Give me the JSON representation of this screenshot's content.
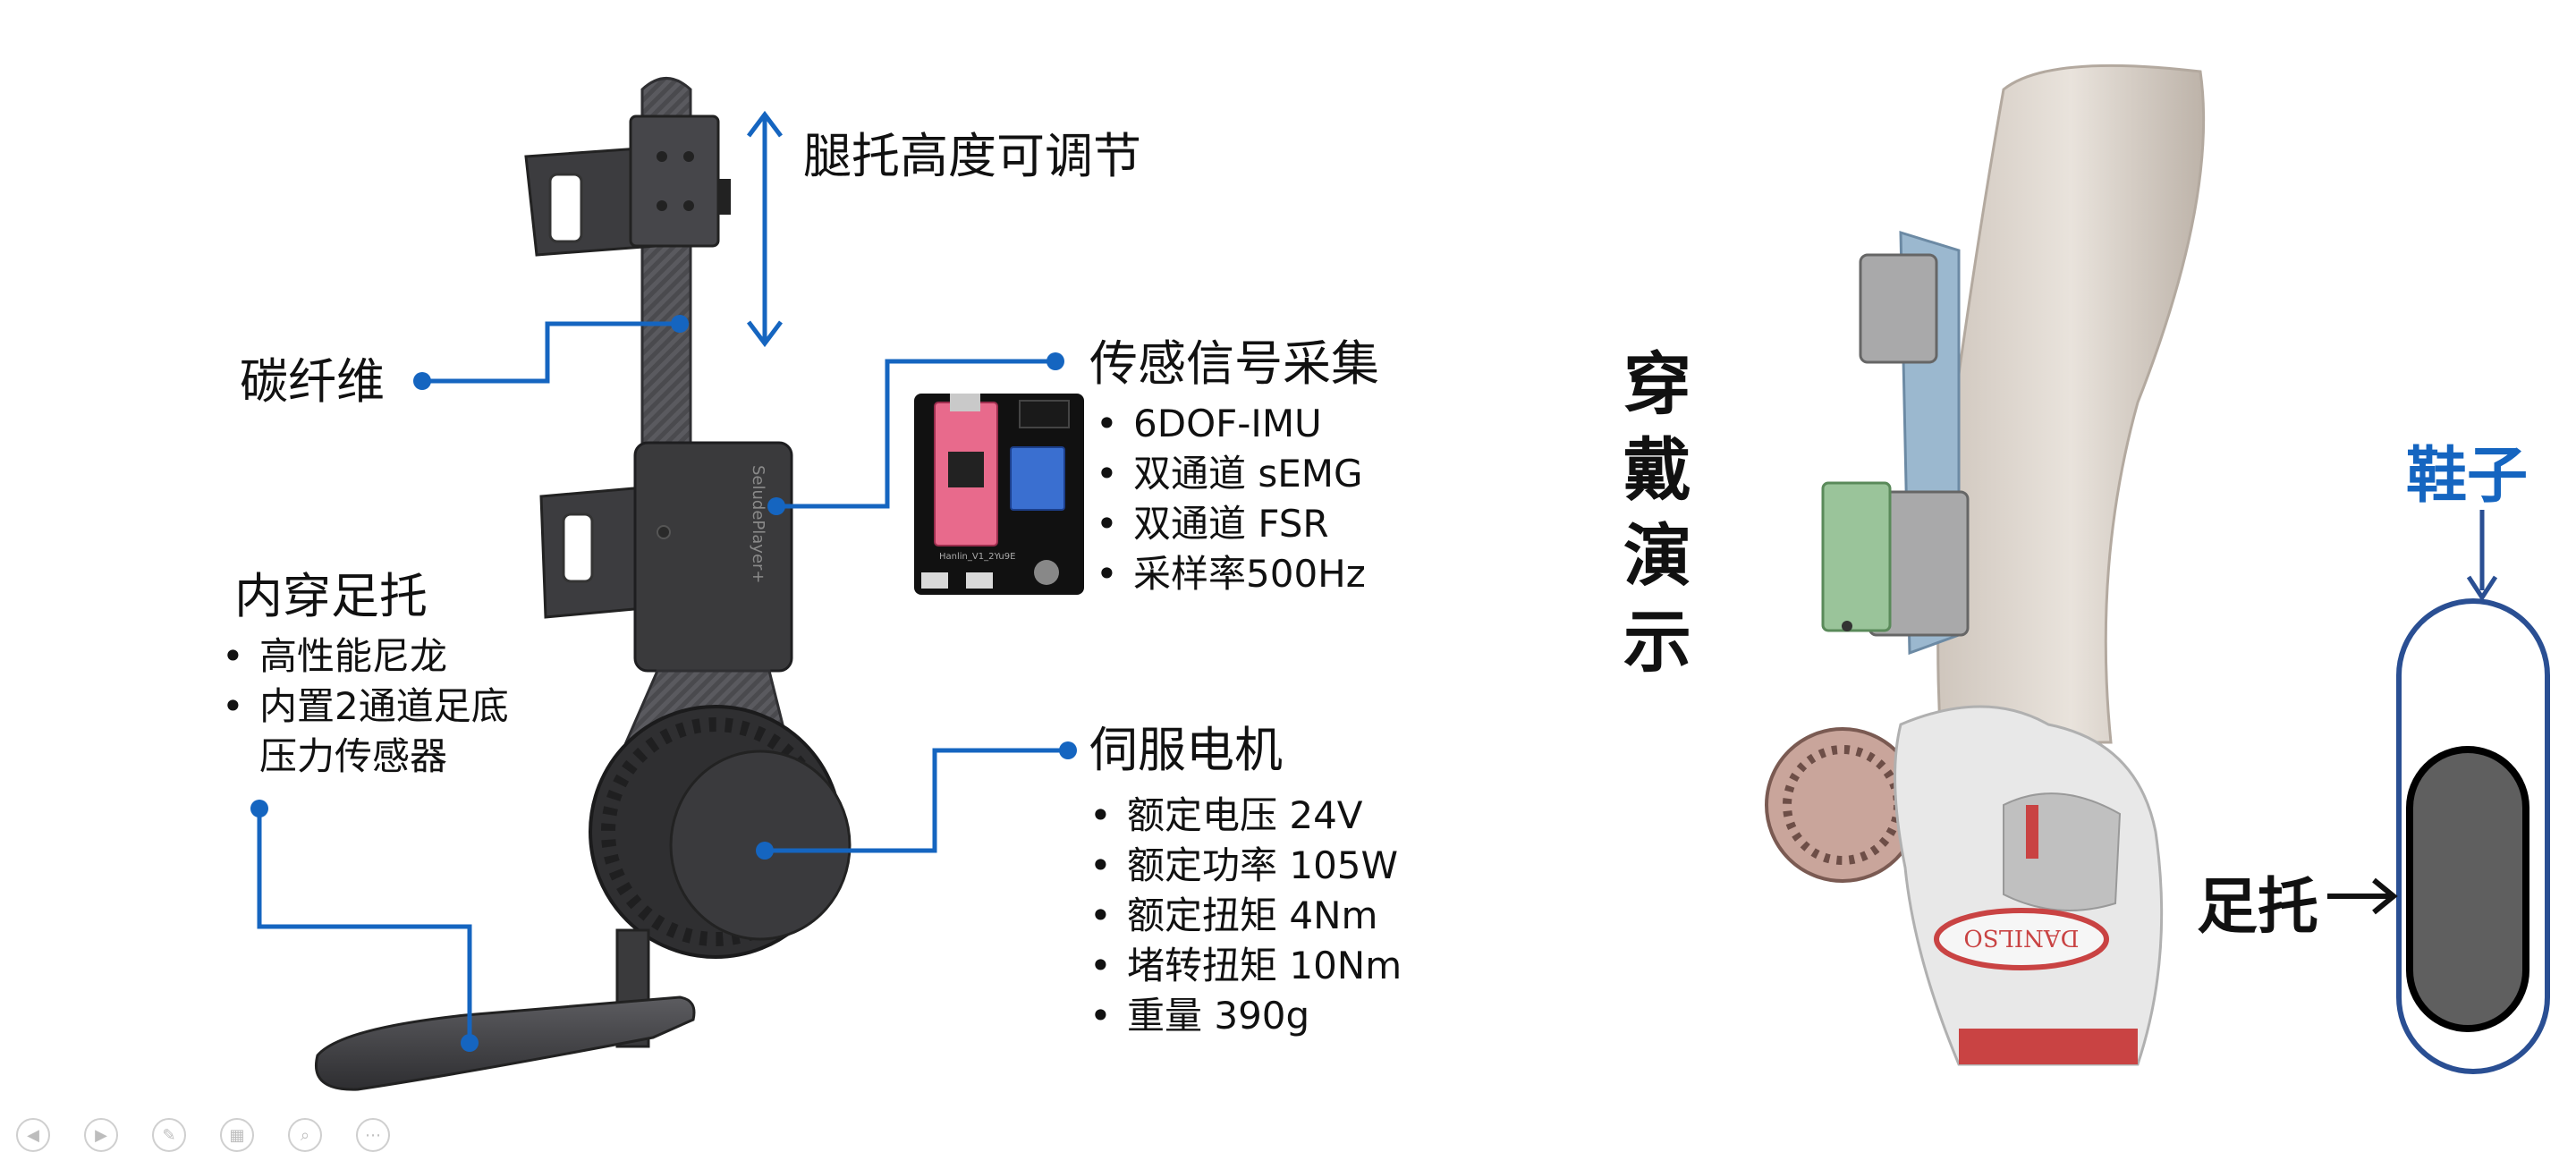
{
  "labels": {
    "leg_height": "腿托高度可调节",
    "carbon": "碳纤维",
    "sensor_title": "传感信号采集",
    "sensor_items": [
      "6DOF-IMU",
      "双通道 sEMG",
      "双通道 FSR",
      "采样率500Hz"
    ],
    "foot_title": "内穿足托",
    "foot_items": [
      "高性能尼龙",
      "内置2通道足底",
      "压力传感器"
    ],
    "motor_title": "伺服电机",
    "motor_items": [
      "额定电压 24V",
      "额定功率 105W",
      "额定扭矩 4Nm",
      "堵转扭矩 10Nm",
      "重量 390g"
    ],
    "wear_demo": [
      "穿",
      "戴",
      "演",
      "示"
    ],
    "shoe": "鞋子",
    "foot_support": "足托",
    "board_text": "Hanlin_V1_2Yu9E",
    "housing_text": "SeludePlayer+",
    "shoe_brand": "DANILSO"
  },
  "colors": {
    "leader": "#1565c0",
    "shoe_label": "#1565c0",
    "shoe_outline": "#2a4f93",
    "foot_fill": "#5f5f5f",
    "device_dark": "#3a3a3c",
    "carbon": "#4a4a4e"
  },
  "icons": [
    "prev-icon",
    "next-icon",
    "pen-icon",
    "slides-icon",
    "zoom-icon",
    "more-icon"
  ]
}
